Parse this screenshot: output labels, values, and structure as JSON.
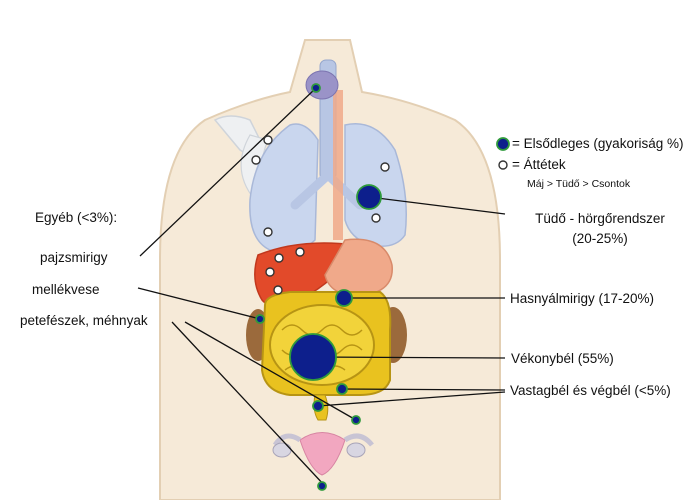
{
  "legend": {
    "primary": "= Elsődleges (gyakoriság %)",
    "metastases": "= Áttétek",
    "metastases_order": "Máj > Tüdő > Csontok"
  },
  "left_labels": {
    "other_title": "Egyéb (<3%):",
    "thyroid": "pajzsmirigy",
    "adrenal": "mellékvese",
    "ovary_uterus": "petefészek, méhnyak"
  },
  "right_labels": {
    "lung_line1": "Tüdő - hörgőrendszer",
    "lung_line2": "(20-25%)",
    "pancreas": "Hasnyálmirigy (17-20%)",
    "small_intestine": "Vékonybél (55%)",
    "colon": "Vastagbél és végbél (<5%)"
  },
  "colors": {
    "primary_fill": "#0d1f8c",
    "primary_ring": "#2f9a3c",
    "body": "#f6ead8",
    "body_outline": "#e3cfb3",
    "lung": "#c9d6ee",
    "liver": "#e24a2a",
    "stomach": "#f0a98a",
    "intestine": "#e9c21f",
    "thyroid": "#9a93c8",
    "uterus": "#f2a7c0"
  }
}
